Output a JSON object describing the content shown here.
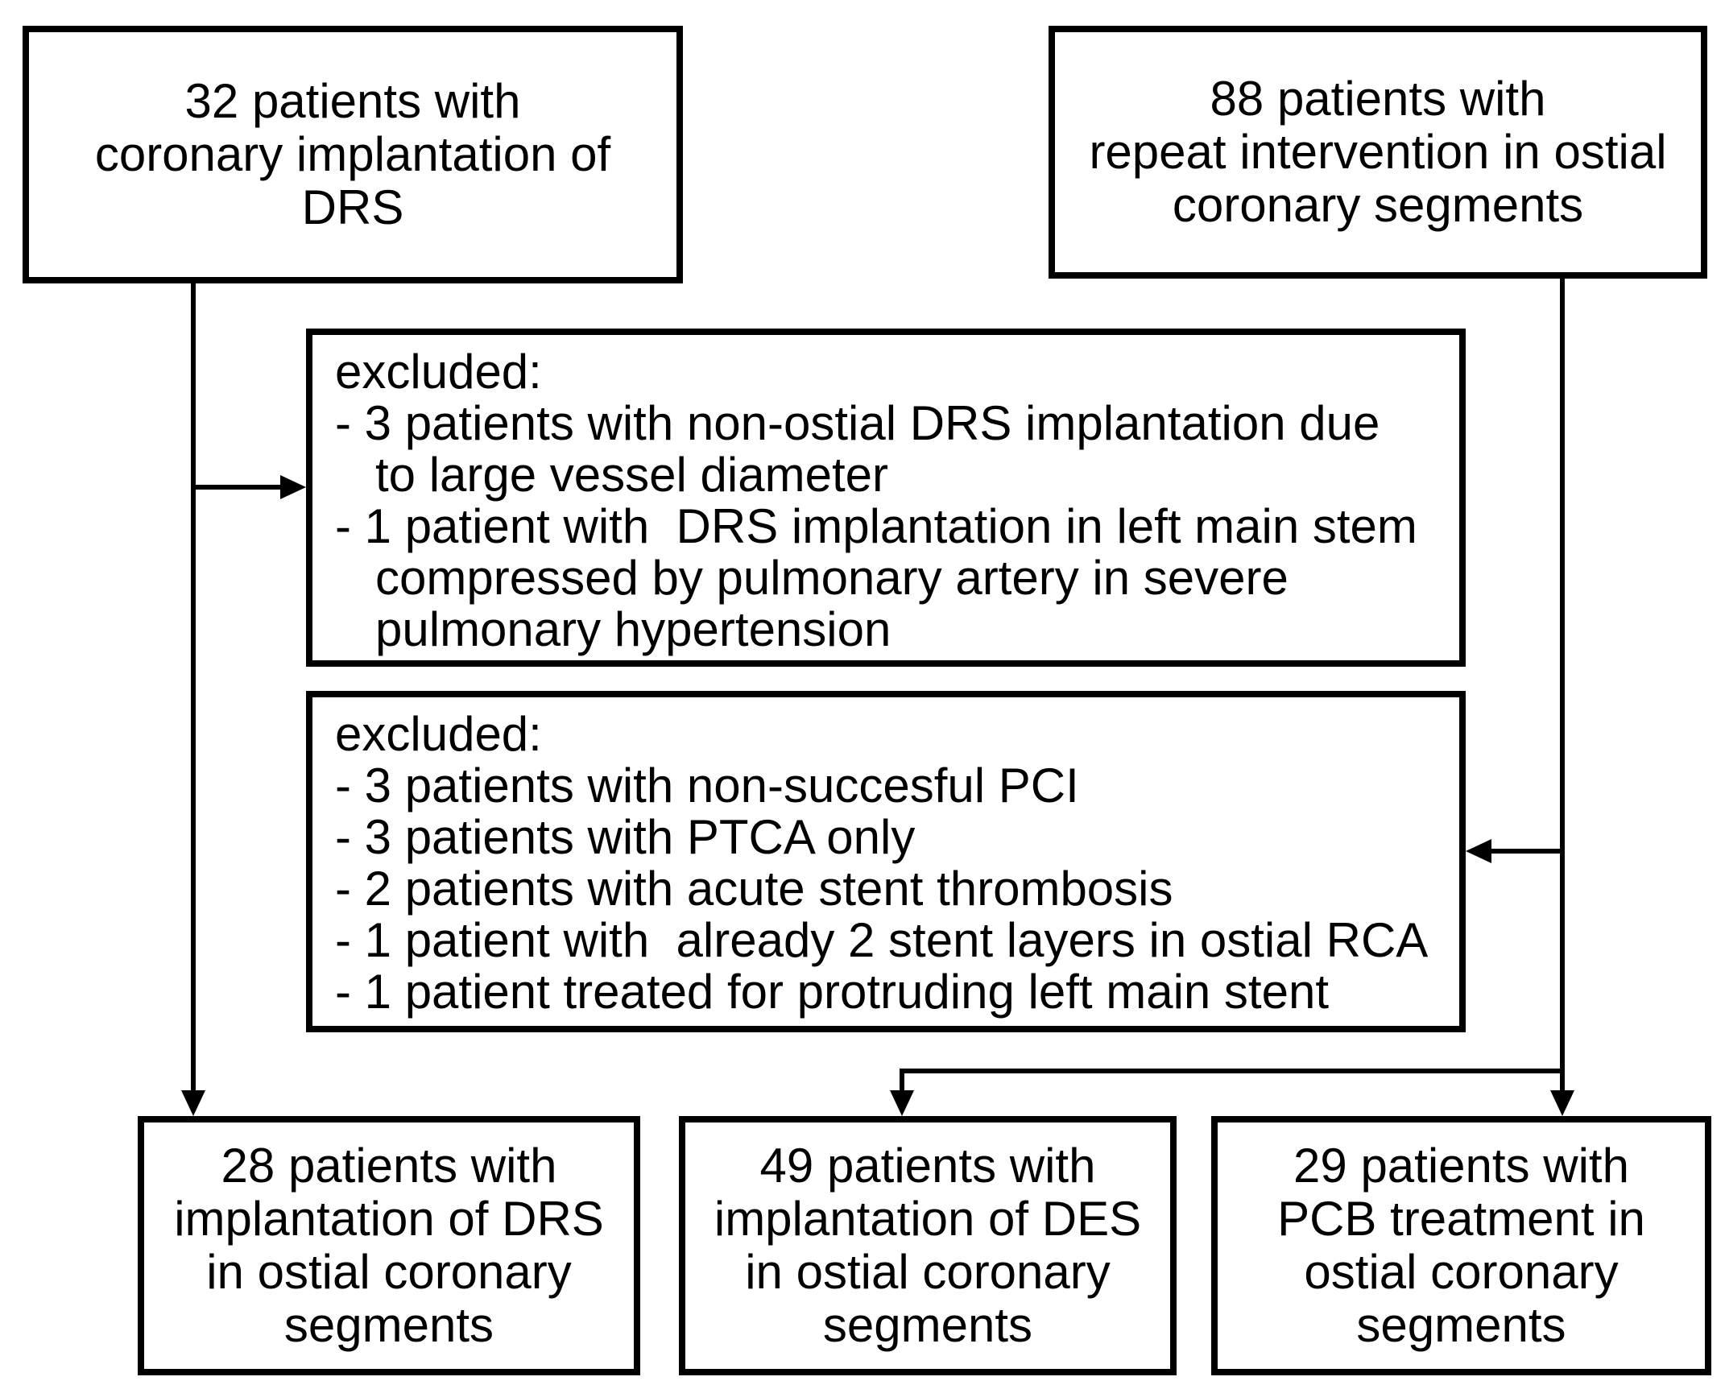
{
  "page": {
    "background_color": "#ffffff",
    "line_color": "#000000"
  },
  "flowchart": {
    "top_left_box": {
      "lines": [
        "32 patients with",
        "coronary implantation of",
        "DRS"
      ]
    },
    "top_right_box": {
      "lines": [
        "88 patients with",
        "repeat intervention in ostial",
        "coronary segments"
      ]
    },
    "excluded_box_top": {
      "title": "excluded:",
      "items": [
        {
          "text": "- 3 patients with non-ostial DRS implantation due",
          "continuation": false
        },
        {
          "text": "to large vessel diameter",
          "continuation": true
        },
        {
          "text": "- 1 patient with  DRS implantation in left main stem",
          "continuation": false
        },
        {
          "text": "compressed by pulmonary artery in severe",
          "continuation": true
        },
        {
          "text": "pulmonary hypertension",
          "continuation": true
        }
      ]
    },
    "excluded_box_bottom": {
      "title": "excluded:",
      "items": [
        {
          "text": "- 3 patients with non-succesful PCI",
          "continuation": false
        },
        {
          "text": "- 3 patients with PTCA only",
          "continuation": false
        },
        {
          "text": "- 2 patients with acute stent thrombosis",
          "continuation": false
        },
        {
          "text": "- 1 patient with  already 2 stent layers in ostial RCA",
          "continuation": false
        },
        {
          "text": "- 1 patient treated for protruding left main stent",
          "continuation": false
        }
      ]
    },
    "bottom_left_box": {
      "lines": [
        "28 patients with",
        "implantation of DRS",
        "in ostial coronary",
        "segments"
      ]
    },
    "bottom_middle_box": {
      "lines": [
        "49 patients with",
        "implantation of DES",
        "in ostial coronary",
        "segments"
      ]
    },
    "bottom_right_box": {
      "lines": [
        "29 patients with",
        "PCB treatment in",
        "ostial coronary",
        "segments"
      ]
    }
  }
}
